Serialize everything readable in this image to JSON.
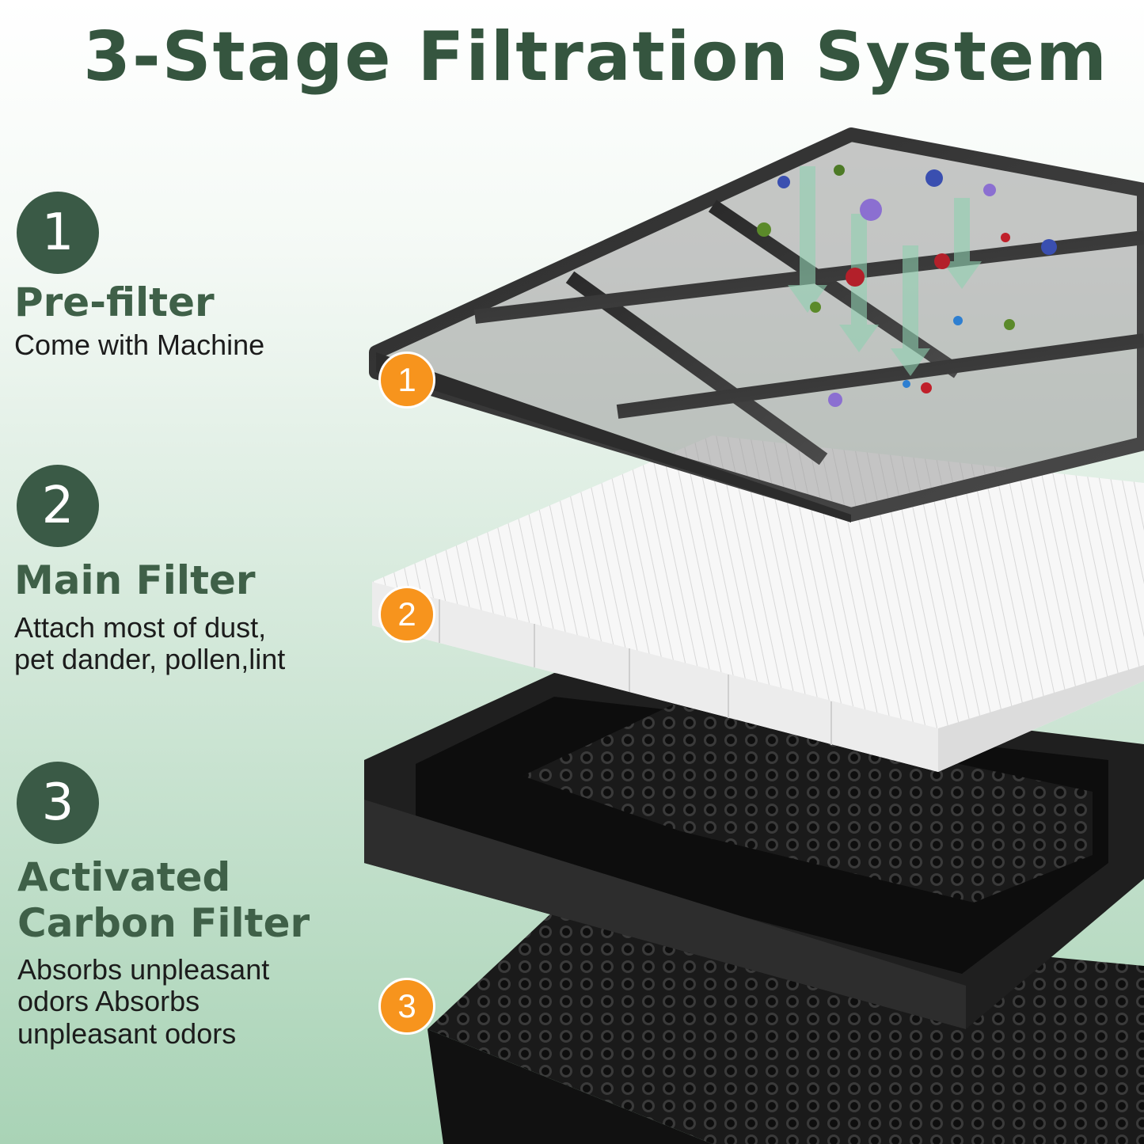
{
  "title": "3-Stage Filtration System",
  "stages": [
    {
      "number": "1",
      "name": "Pre-filter",
      "description": "Come with Machine"
    },
    {
      "number": "2",
      "name": "Main Filter",
      "description_lines": [
        "Attach most of dust,",
        "pet dander, pollen,lint"
      ]
    },
    {
      "number": "3",
      "name_lines": [
        "Activated",
        "Carbon Filter"
      ],
      "description_lines": [
        "Absorbs unpleasant",
        "odors Absorbs",
        "unpleasant odors"
      ]
    }
  ],
  "markers": [
    "1",
    "2",
    "3"
  ],
  "colors": {
    "accent_green": "#3a5a46",
    "marker_orange": "#f7941d"
  }
}
